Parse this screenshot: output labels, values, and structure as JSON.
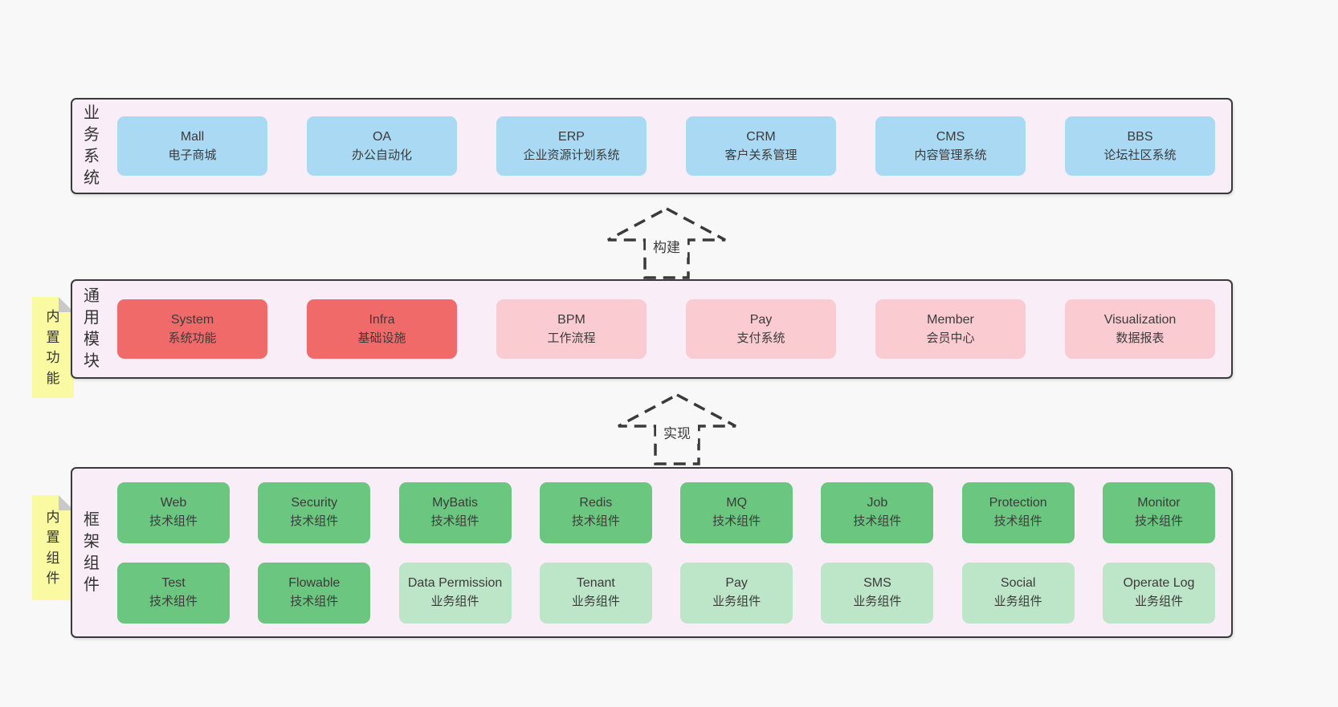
{
  "page": {
    "background": "#f8f8f8"
  },
  "colors": {
    "container_bg": "#f9eef7",
    "container_border": "#3a3a3a",
    "blue": "#a9d9f3",
    "red": "#f16a6a",
    "pink": "#facbd1",
    "green": "#6bc77f",
    "light_green": "#bde5c8",
    "note_bg": "#fafaa2",
    "note_fold": "#c9c9c9",
    "text": "#3b3b3b"
  },
  "sections": [
    {
      "id": "business-systems",
      "label": "业务系统",
      "note": "",
      "rows": [
        [
          {
            "title": "Mall",
            "subtitle": "电子商城",
            "color": "blue"
          },
          {
            "title": "OA",
            "subtitle": "办公自动化",
            "color": "blue"
          },
          {
            "title": "ERP",
            "subtitle": "企业资源计划系统",
            "color": "blue"
          },
          {
            "title": "CRM",
            "subtitle": "客户关系管理",
            "color": "blue"
          },
          {
            "title": "CMS",
            "subtitle": "内容管理系统",
            "color": "blue"
          },
          {
            "title": "BBS",
            "subtitle": "论坛社区系统",
            "color": "blue"
          }
        ]
      ]
    },
    {
      "id": "common-modules",
      "label": "通用模块",
      "note": "内置功能",
      "rows": [
        [
          {
            "title": "System",
            "subtitle": "系统功能",
            "color": "red"
          },
          {
            "title": "Infra",
            "subtitle": "基础设施",
            "color": "red"
          },
          {
            "title": "BPM",
            "subtitle": "工作流程",
            "color": "pink"
          },
          {
            "title": "Pay",
            "subtitle": "支付系统",
            "color": "pink"
          },
          {
            "title": "Member",
            "subtitle": "会员中心",
            "color": "pink"
          },
          {
            "title": "Visualization",
            "subtitle": "数据报表",
            "color": "pink"
          }
        ]
      ]
    },
    {
      "id": "framework-components",
      "label": "框架组件",
      "note": "内置组件",
      "rows": [
        [
          {
            "title": "Web",
            "subtitle": "技术组件",
            "color": "green"
          },
          {
            "title": "Security",
            "subtitle": "技术组件",
            "color": "green"
          },
          {
            "title": "MyBatis",
            "subtitle": "技术组件",
            "color": "green"
          },
          {
            "title": "Redis",
            "subtitle": "技术组件",
            "color": "green"
          },
          {
            "title": "MQ",
            "subtitle": "技术组件",
            "color": "green"
          },
          {
            "title": "Job",
            "subtitle": "技术组件",
            "color": "green"
          },
          {
            "title": "Protection",
            "subtitle": "技术组件",
            "color": "green"
          },
          {
            "title": "Monitor",
            "subtitle": "技术组件",
            "color": "green"
          }
        ],
        [
          {
            "title": "Test",
            "subtitle": "技术组件",
            "color": "green"
          },
          {
            "title": "Flowable",
            "subtitle": "技术组件",
            "color": "green"
          },
          {
            "title": "Data Permission",
            "subtitle": "业务组件",
            "color": "light_green"
          },
          {
            "title": "Tenant",
            "subtitle": "业务组件",
            "color": "light_green"
          },
          {
            "title": "Pay",
            "subtitle": "业务组件",
            "color": "light_green"
          },
          {
            "title": "SMS",
            "subtitle": "业务组件",
            "color": "light_green"
          },
          {
            "title": "Social",
            "subtitle": "业务组件",
            "color": "light_green"
          },
          {
            "title": "Operate Log",
            "subtitle": "业务组件",
            "color": "light_green"
          }
        ]
      ]
    }
  ],
  "arrows": [
    {
      "label": "构建"
    },
    {
      "label": "实现"
    }
  ]
}
